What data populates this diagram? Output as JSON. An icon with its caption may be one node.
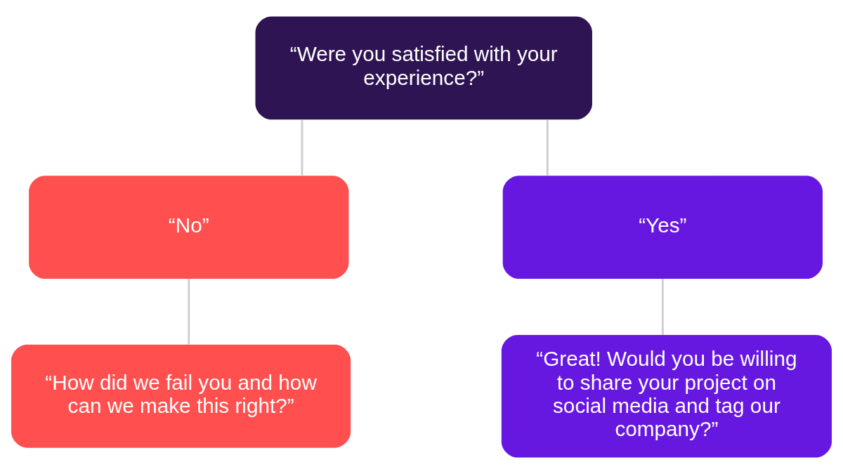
{
  "diagram": {
    "nodes": [
      {
        "text": [
          "“Were you satisfied with your experience?”"
        ]
      },
      {
        "text": [
          "“No”"
        ]
      },
      {
        "text": [
          "“Yes”"
        ]
      },
      {
        "text": [
          "“How did we fail you and how can we make this right?”"
        ]
      },
      {
        "text": [
          "“Great! Would you be willing to share your project on social media and tag our company?”"
        ]
      }
    ],
    "edges": [
      {
        "from": 0,
        "to": 1,
        "arrow": "none"
      },
      {
        "from": 0,
        "to": 2,
        "arrow": "none"
      },
      {
        "from": 1,
        "to": 3,
        "arrow": "none"
      },
      {
        "from": 2,
        "to": 4,
        "arrow": "none"
      }
    ]
  }
}
